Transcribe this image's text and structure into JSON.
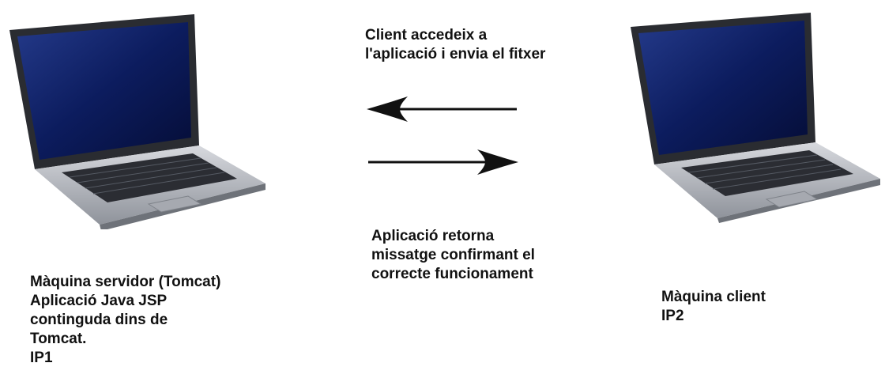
{
  "top_message": {
    "lines": [
      "Client accedeix a",
      "l'aplicació i envia el fitxer"
    ]
  },
  "bottom_message": {
    "lines": [
      "Aplicació retorna",
      "missatge confirmant el",
      "correcte funcionament"
    ]
  },
  "server": {
    "lines": [
      "Màquina servidor (Tomcat)",
      "Aplicació Java JSP",
      "continguda dins de",
      "Tomcat.",
      "IP1"
    ]
  },
  "client": {
    "lines": [
      "Màquina client",
      "IP2"
    ]
  },
  "colors": {
    "text": "#111111",
    "arrow": "#111111",
    "screen": "#0a1a5c",
    "body": "#b9bcc2"
  },
  "icons": {
    "server": "laptop-icon",
    "client": "laptop-icon"
  }
}
